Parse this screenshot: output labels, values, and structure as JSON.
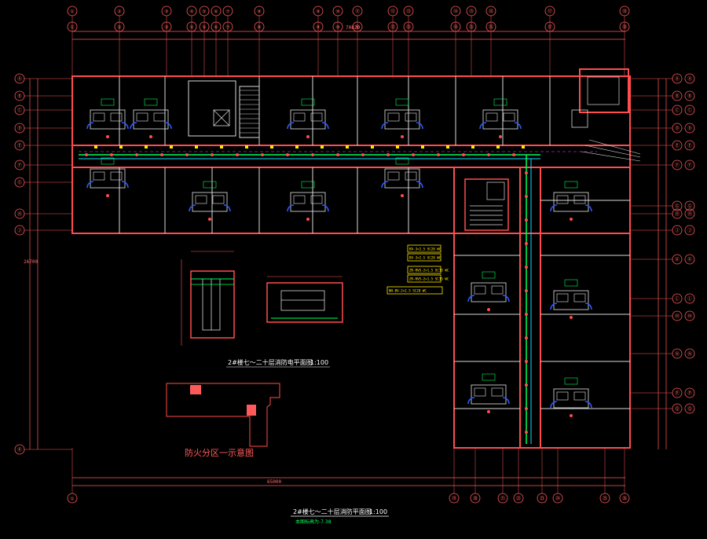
{
  "colors": {
    "background": "#000000",
    "wall": "#ff4d4d",
    "axis": "#ff5a5a",
    "pipe_green": "#00ff5a",
    "pipe_cyan": "#00e5ff",
    "room_white": "#e6e6e6",
    "highlight_yellow": "#ffe600",
    "door_blue": "#2a5bff",
    "magenta": "#ff3cff"
  },
  "drawing": {
    "main_title": "2#楼七～二十层消防平面图",
    "main_scale": "1:100",
    "sub_note": "本图标高为-7.38",
    "stair_title": "2#楼七～二十层消防电平面图",
    "stair_scale": "1:100",
    "fire_zone_title": "防火分区一示意图",
    "dimension_top": "70820",
    "dimension_bottom": "65000",
    "dimension_left": "26700"
  },
  "top_axes": [
    "①",
    "②",
    "③",
    "④",
    "⑤",
    "⑥",
    "⑦",
    "⑧",
    "⑨",
    "⑩",
    "⑪",
    "⑫",
    "⑬",
    "⑭",
    "⑮",
    "⑯",
    "⑰",
    "⑱"
  ],
  "bottom_axes": [
    "①",
    "⑲",
    "⑳",
    "㉑",
    "㉒",
    "㉓",
    "㉔",
    "㉕",
    "㉖"
  ],
  "left_axes": [
    "Ⓐ",
    "Ⓑ",
    "Ⓒ",
    "Ⓓ",
    "Ⓔ",
    "Ⓕ",
    "Ⓖ",
    "Ⓗ",
    "Ⓙ",
    "Ⓚ"
  ],
  "right_axes": [
    "Ⓐ",
    "Ⓑ",
    "Ⓒ",
    "Ⓓ",
    "Ⓔ",
    "Ⓕ",
    "Ⓖ",
    "Ⓗ",
    "Ⓙ",
    "Ⓚ",
    "Ⓛ",
    "Ⓜ",
    "Ⓝ",
    "Ⓟ",
    "Ⓠ"
  ],
  "legend_tags": [
    "BV-3×2.5 SC20 WC",
    "BV-3×2.5 SC20 WC",
    "ZR-RVS-2×1.5 SC15 WC",
    "ZR-RVS-2×1.5 SC15 WC",
    "NH-BV-2×2.5 SC20 WC"
  ]
}
